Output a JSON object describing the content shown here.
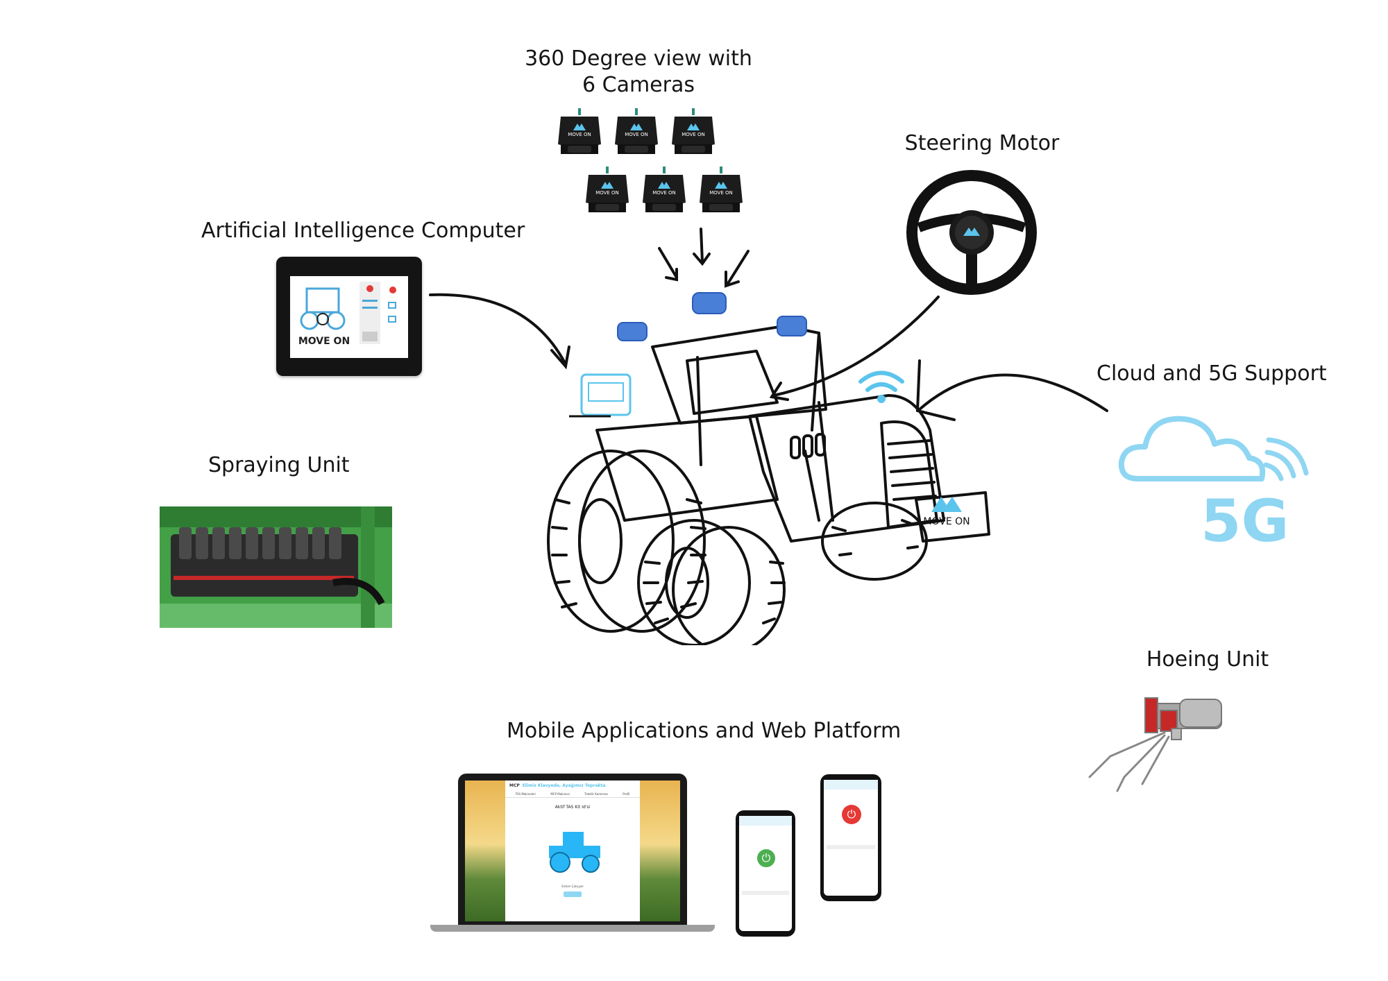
{
  "labels": {
    "cameras_line1": "360 Degree view with",
    "cameras_line2": "6 Cameras",
    "steering": "Steering Motor",
    "ai_computer": "Artificial Intelligence Computer",
    "cloud": "Cloud and 5G Support",
    "spraying": "Spraying Unit",
    "hoeing": "Hoeing Unit",
    "mobile_web": "Mobile Applications and Web Platform"
  },
  "branding": {
    "logo_text": "MOVE ON",
    "network_text": "5G"
  },
  "web_app": {
    "header": "Elimiz Klavyede, Ayağımız Toprakta",
    "brand_short": "MCP",
    "nav_items": [
      "TAS Makineleri",
      "MCP Makinesi",
      "Traktör Kamerası",
      "Profil"
    ],
    "kit_title": "Aktif TAS Kit Id'si",
    "status_text": "Sistem Çalışıyor"
  },
  "colors": {
    "accent_blue": "#5bc4ec",
    "cloud_blue": "#8fd6f2",
    "field_green": "#43a047",
    "power_green": "#4caf50",
    "power_red": "#e53935",
    "text_dark": "#151515"
  }
}
